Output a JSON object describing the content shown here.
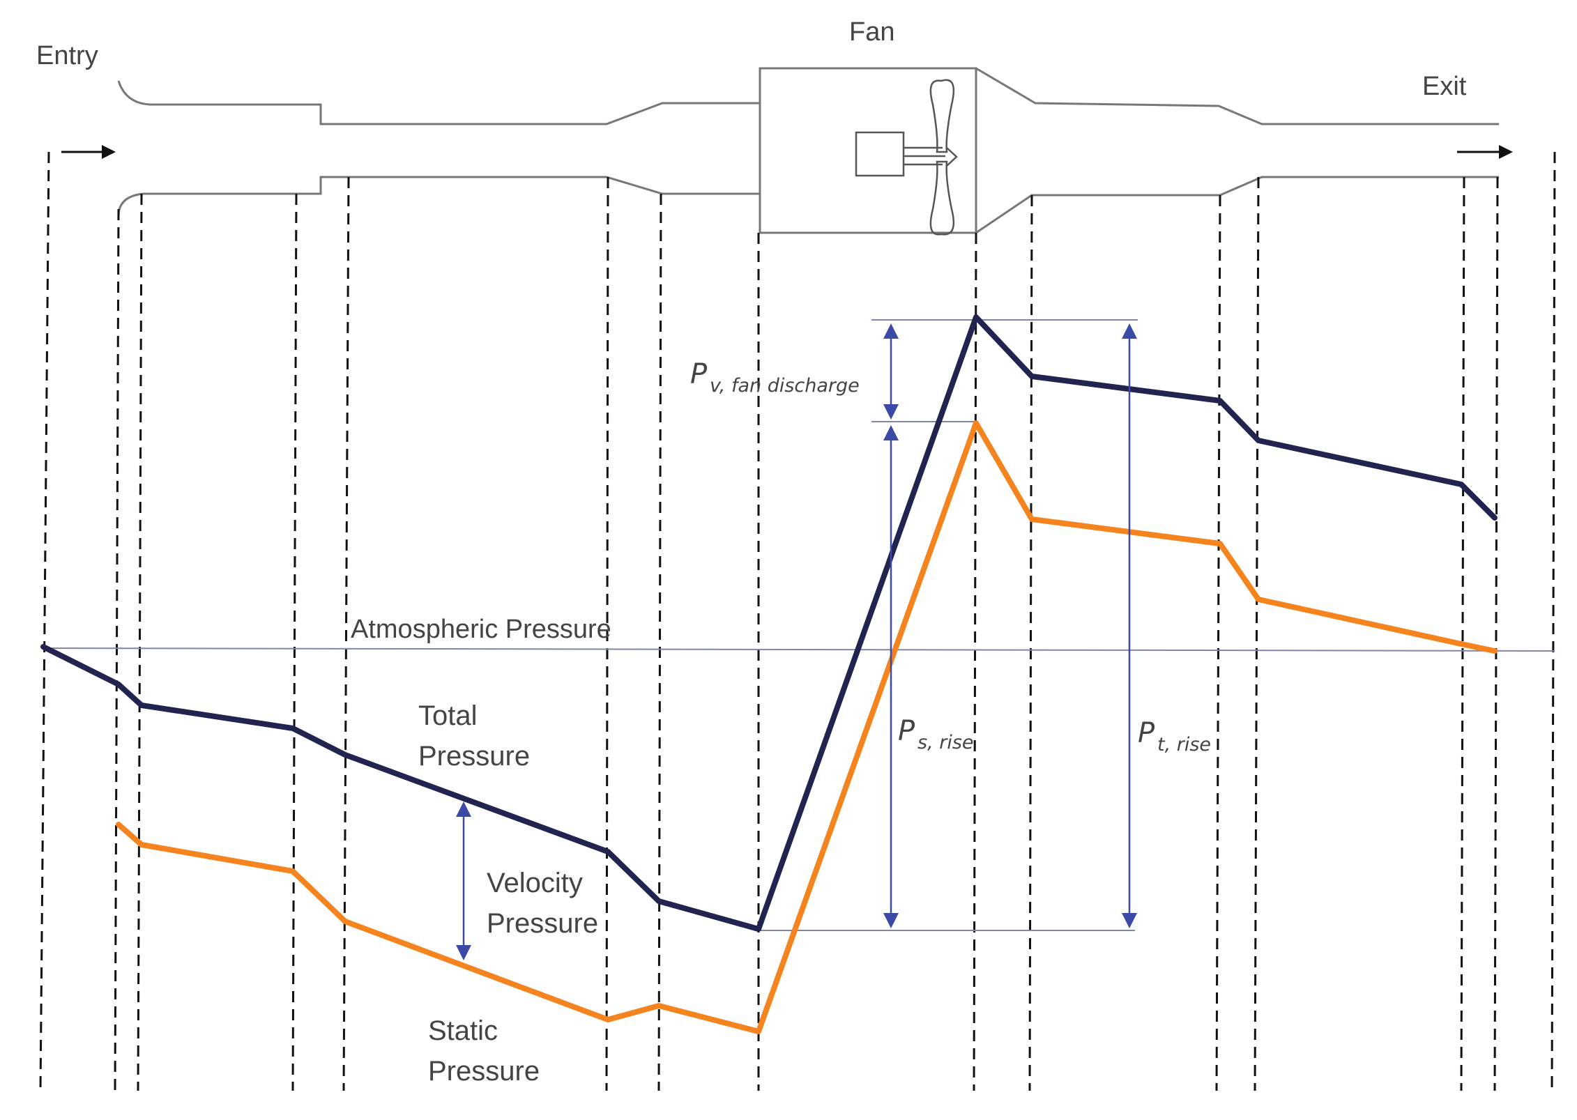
{
  "labels": {
    "entry": "Entry",
    "fan": "Fan",
    "exit": "Exit",
    "atmospheric": "Atmospheric Pressure",
    "total_1": "Total",
    "total_2": "Pressure",
    "velocity_1": "Velocity",
    "velocity_2": "Pressure",
    "static_1": "Static",
    "static_2": "Pressure"
  },
  "dimensions": {
    "pv_main": "P",
    "pv_sub": "v, fan discharge",
    "ps_main": "P",
    "ps_sub": "s, rise",
    "pt_main": "P",
    "pt_sub": "t, rise"
  },
  "colors": {
    "total_pressure": "#20244f",
    "static_pressure": "#f5841f",
    "reference": "#7f86a8",
    "dimension": "#3a4aa6"
  },
  "icons": [
    "flow-arrow-icon",
    "motor-icon",
    "fan-blade-icon"
  ]
}
